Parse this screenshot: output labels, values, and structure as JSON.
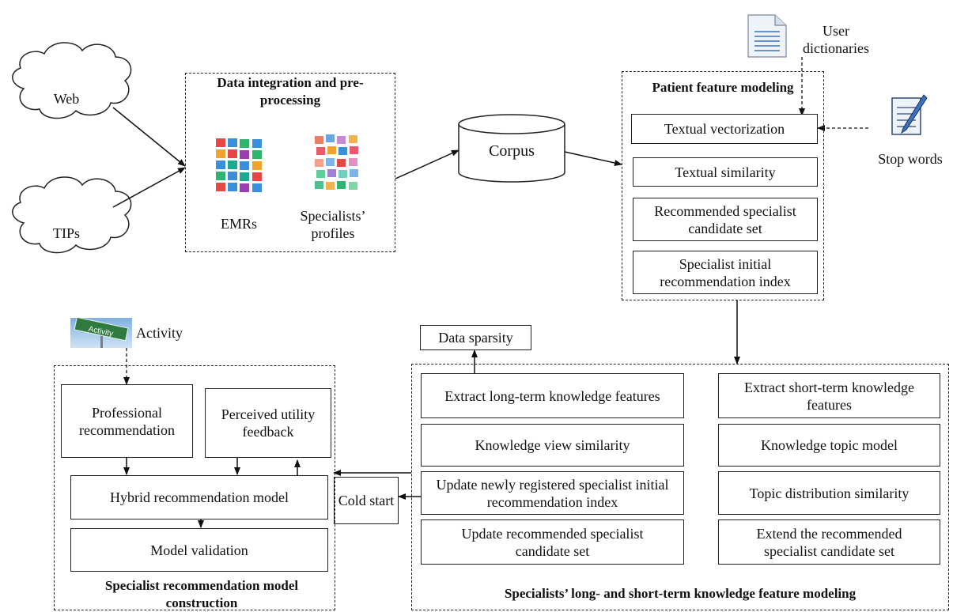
{
  "sources": {
    "web": "Web",
    "tips": "TIPs"
  },
  "integration": {
    "title": "Data integration and pre-processing",
    "emrs": "EMRs",
    "profiles": "Specialists’ profiles"
  },
  "corpus": "Corpus",
  "user_dictionaries": "User dictionaries",
  "stop_words": "Stop words",
  "patient": {
    "title": "Patient feature modeling",
    "steps": [
      "Textual vectorization",
      "Textual similarity",
      "Recommended specialist candidate set",
      "Specialist initial recommendation index"
    ]
  },
  "data_sparsity": "Data sparsity",
  "knowledge": {
    "title": "Specialists’ long- and short-term knowledge feature modeling",
    "long_term": [
      "Extract long-term knowledge features",
      "Knowledge view similarity",
      "Update newly registered specialist initial recommendation index",
      "Update recommended specialist candidate set"
    ],
    "short_term": [
      "Extract short-term knowledge features",
      "Knowledge topic model",
      "Topic distribution similarity",
      "Extend the recommended specialist candidate set"
    ]
  },
  "activity": {
    "sign": "Activity",
    "label": "Activity"
  },
  "cold_start": "Cold start",
  "model": {
    "title": "Specialist recommendation model construction",
    "professional": "Professional recommendation",
    "perceived": "Perceived utility feedback",
    "hybrid": "Hybrid recommendation model",
    "validation": "Model validation"
  }
}
